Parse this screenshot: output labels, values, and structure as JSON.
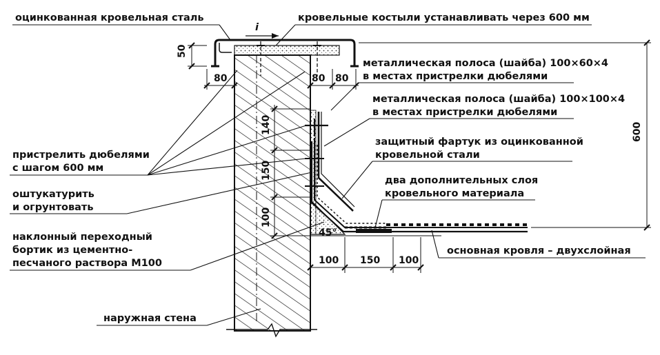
{
  "labels": {
    "galvanized_steel": "оцинкованная кровельная сталь",
    "roof_brackets": "кровельные костыли устанавливать через 600 мм",
    "strip_small_1": "металлическая полоса (шайба) 100×60×4",
    "strip_small_2": "в местах пристрелки дюбелями",
    "strip_large_1": "металлическая полоса (шайба) 100×100×4",
    "strip_large_2": "в местах пристрелки дюбелями",
    "apron_1": "защитный фартук из оцинкованной",
    "apron_2": "кровельной стали",
    "extra_layers_1": "два дополнительных слоя",
    "extra_layers_2": "кровельного материала",
    "main_roof": "основная кровля – двухслойная",
    "dowels_1": "пристрелить дюбелями",
    "dowels_2": "с шагом 600 мм",
    "plaster_1": "оштукатурить",
    "plaster_2": "и огрунтовать",
    "fillet_1": "наклонный переходный",
    "fillet_2": "бортик из цементно-",
    "fillet_3": "песчаного раствора М100",
    "outer_wall": "наружная стена",
    "slope": "i",
    "angle": "45°"
  },
  "dimensions": {
    "cap_height": "50",
    "cap_overhang_left": "80",
    "cap_overhang_right_a": "80",
    "cap_overhang_right_b": "80",
    "upstand_1": "140",
    "upstand_2": "150",
    "upstand_3": "100",
    "total_height": "600",
    "base_1": "100",
    "base_2": "150",
    "base_3": "100"
  },
  "colors": {
    "ink": "#111111",
    "paper": "#ffffff"
  }
}
